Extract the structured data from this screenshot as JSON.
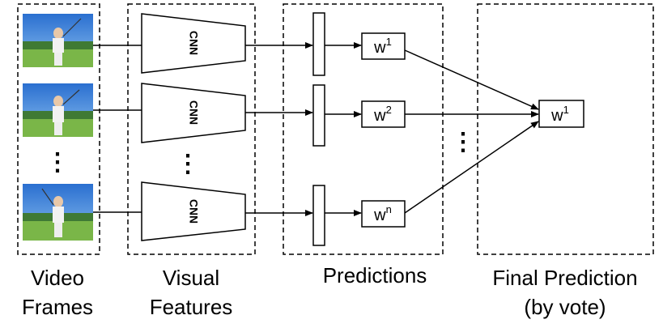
{
  "frames": {
    "ellipsis": "⋮",
    "caption_line1": "Video",
    "caption_line2": "Frames"
  },
  "features": {
    "cnn_label": "CNN",
    "ellipsis": "⋮",
    "caption_line1": "Visual",
    "caption_line2": "Features"
  },
  "predictions": {
    "caption": "Predictions",
    "ellipsis": "⋮",
    "items": [
      {
        "base": "w",
        "sup": "1"
      },
      {
        "base": "w",
        "sup": "2"
      },
      {
        "base": "w",
        "sup": "n"
      }
    ]
  },
  "final": {
    "caption_line1": "Final Prediction",
    "caption_line2": "(by vote)",
    "result": {
      "base": "w",
      "sup": "1"
    }
  }
}
